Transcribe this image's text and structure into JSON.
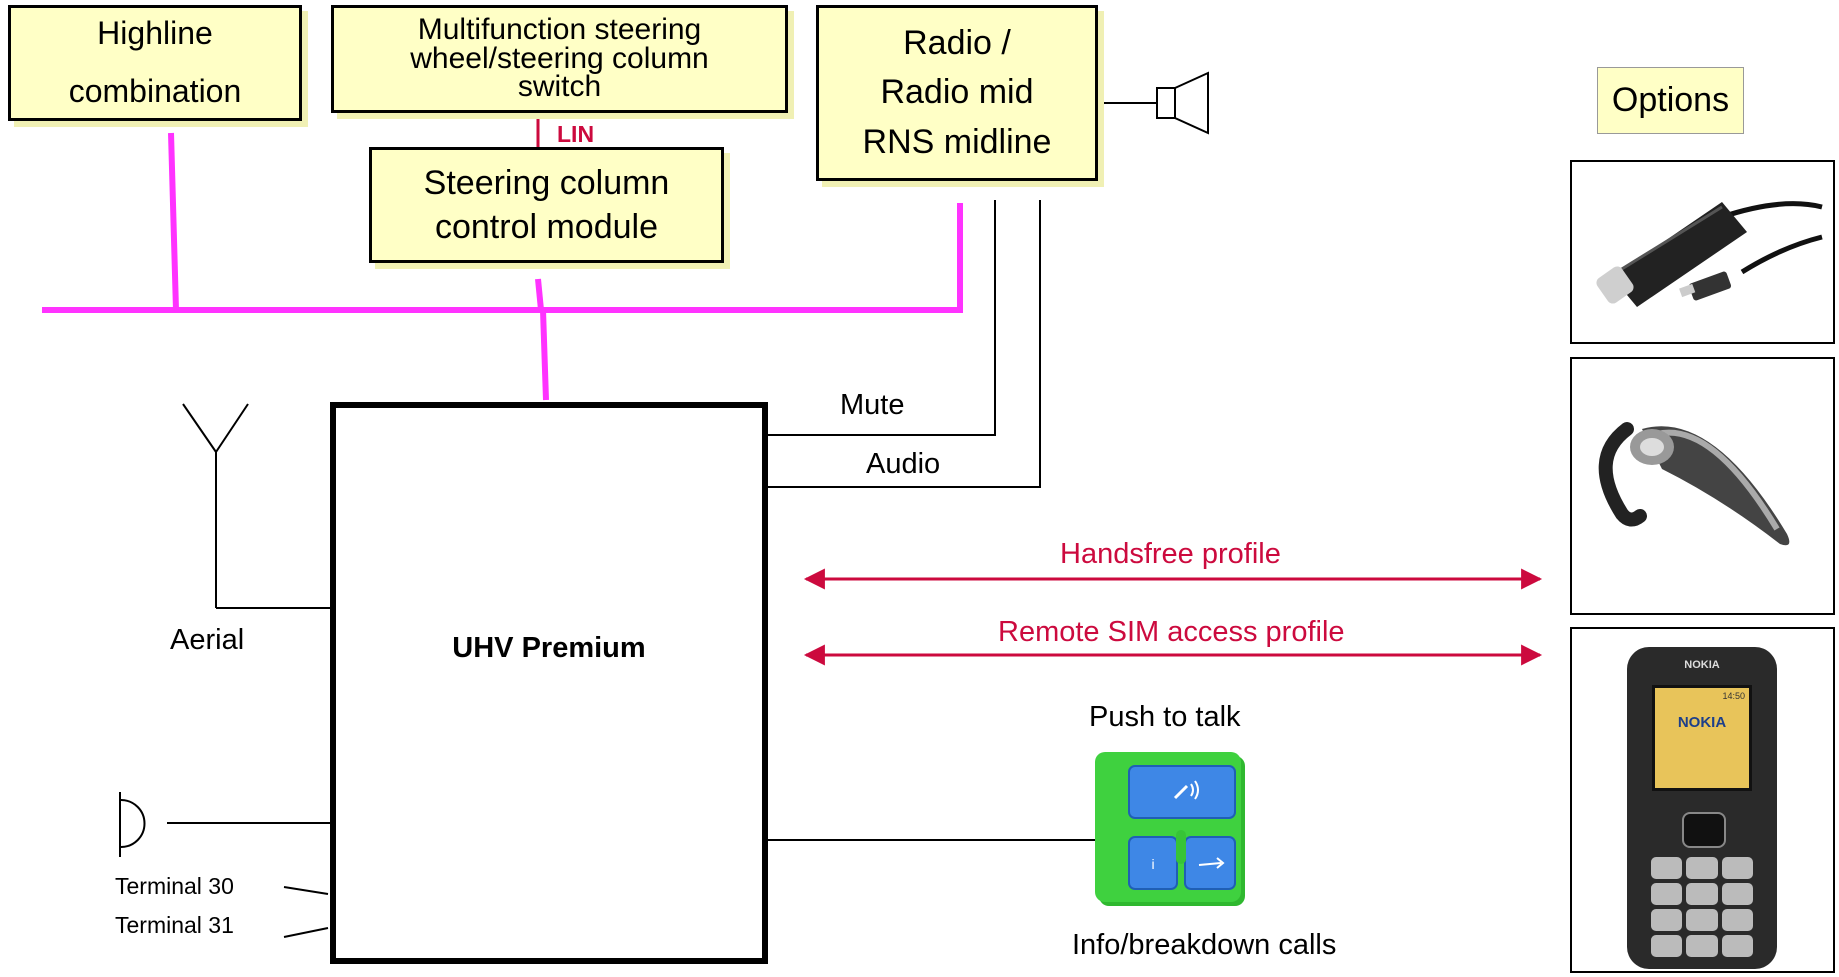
{
  "modules": {
    "highline": "Highline\ncombination",
    "mfsw": "Multifunction steering\nwheel/steering column\nswitch",
    "sccm": "Steering column\ncontrol module",
    "radio": "Radio /\nRadio mid\nRNS midline",
    "uhv": "UHV Premium"
  },
  "labels": {
    "lin": "LIN",
    "mute": "Mute",
    "audio": "Audio",
    "aerial": "Aerial",
    "terminal30": "Terminal 30",
    "terminal31": "Terminal 31",
    "push_to_talk": "Push to talk",
    "info_breakdown": "Info/breakdown calls",
    "options": "Options"
  },
  "profiles": {
    "handsfree": "Handsfree profile",
    "remote_sim": "Remote SIM access profile"
  },
  "options": [
    {
      "name": "Car charger"
    },
    {
      "name": "Bluetooth headset"
    },
    {
      "name": "Mobile phone"
    }
  ],
  "phone": {
    "brand": "NOKIA",
    "screen_brand": "NOKIA",
    "time": "14:50"
  },
  "colors": {
    "bus": "#ff33ff",
    "arrow": "#cc0a3e",
    "box_fill": "#ffffc6",
    "button_green": "#35c935",
    "button_blue": "#3e87e6"
  }
}
